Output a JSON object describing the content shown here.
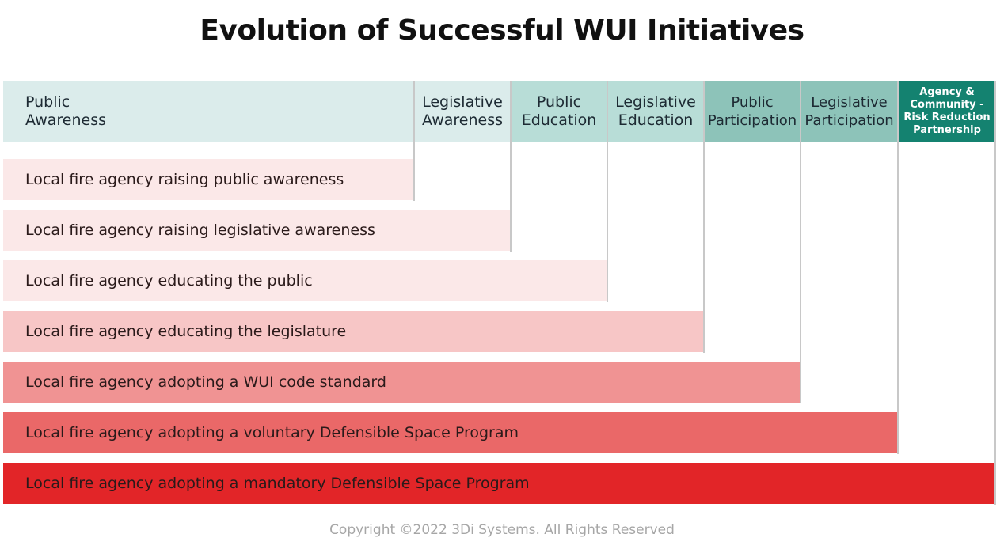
{
  "title": "Evolution of Successful WUI Initiatives",
  "stages": [
    {
      "line1": "Public",
      "line2": "Awareness",
      "color": "#dbeceb"
    },
    {
      "line1": "Legislative",
      "line2": "Awareness",
      "color": "#dbeceb"
    },
    {
      "line1": "Public",
      "line2": "Education",
      "color": "#b8ddd7"
    },
    {
      "line1": "Legislative",
      "line2": "Education",
      "color": "#b8ddd7"
    },
    {
      "line1": "Public",
      "line2": "Participation",
      "color": "#8dc3b9"
    },
    {
      "line1": "Legislative",
      "line2": "Participation",
      "color": "#8dc3b9"
    },
    {
      "line1": "Agency &",
      "line2": "Community -",
      "line3": "Risk Reduction",
      "line4": "Partnership",
      "color": "#148270"
    }
  ],
  "initiatives": [
    {
      "label": "Local fire agency raising public awareness",
      "color": "#fbe8e8",
      "reaches_stage": 1
    },
    {
      "label": "Local fire agency raising legislative awareness",
      "color": "#fbe8e8",
      "reaches_stage": 2
    },
    {
      "label": "Local fire agency educating the public",
      "color": "#fbe8e8",
      "reaches_stage": 3
    },
    {
      "label": "Local fire agency educating the legislature",
      "color": "#f7c6c6",
      "reaches_stage": 4
    },
    {
      "label": "Local fire agency adopting a WUI code standard",
      "color": "#f09393",
      "reaches_stage": 5
    },
    {
      "label": "Local fire agency adopting a voluntary Defensible Space Program",
      "color": "#ea6868",
      "reaches_stage": 6
    },
    {
      "label": "Local fire agency adopting a mandatory Defensible Space Program",
      "color": "#e22528",
      "reaches_stage": 7
    }
  ],
  "copyright": "Copyright ©2022 3Di Systems. All Rights Reserved"
}
